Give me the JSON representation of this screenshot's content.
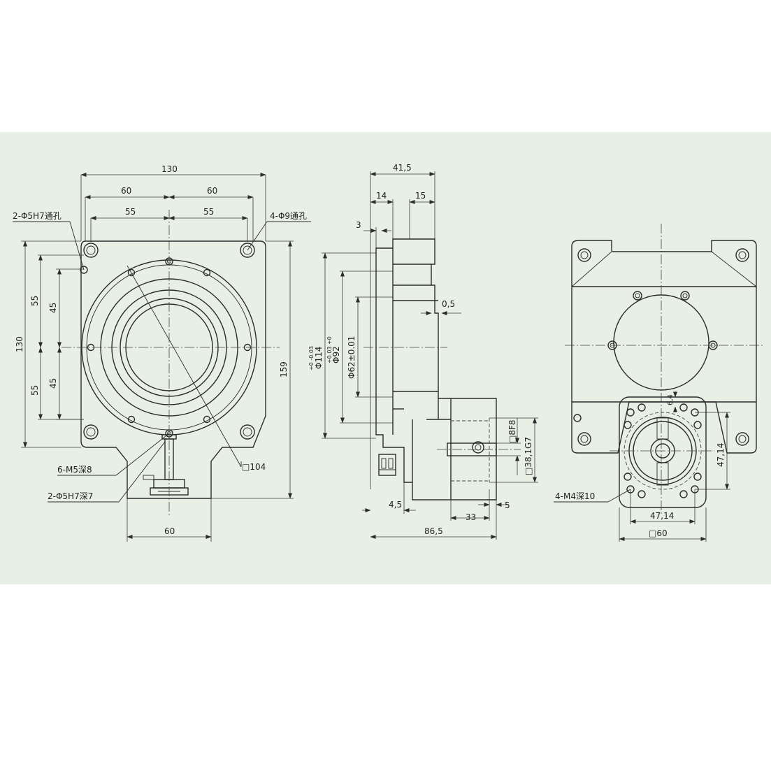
{
  "front_view": {
    "width_130": "130",
    "half_60_left": "60",
    "half_60_right": "60",
    "half_55_left": "55",
    "half_55_right": "55",
    "hole_callout_left": "2-Φ5H7通孔",
    "hole_callout_right": "4-Φ9通孔",
    "height_130": "130",
    "v_55_top": "55",
    "v_45_top": "45",
    "v_45_bottom": "45",
    "v_55_bottom": "55",
    "height_159": "159",
    "thread_callout": "6-M5深8",
    "pin_callout": "2-Φ5H7深7",
    "square_104": "□104",
    "base_60": "60"
  },
  "side_view": {
    "depth_41_5": "41,5",
    "depth_14": "14",
    "depth_15": "15",
    "depth_3": "3",
    "gap_0_5": "0,5",
    "dia_114": "Φ114",
    "dia_114_tol": "+0 -0.03",
    "dia_92": "Φ92",
    "dia_92_tol": "+0.03 +0",
    "dia_62": "Φ62±0.01",
    "sq_8f8": "□8F8",
    "sq_38_1": "□38,1G7",
    "len_4_5": "4,5",
    "len_5": "5",
    "len_33": "33",
    "len_86_5": "86,5"
  },
  "rear_view": {
    "offset_6_4": "6,4",
    "pcd_47_14_v": "47,14",
    "pcd_47_14_h": "47,14",
    "thread_callout": "4-M4深10",
    "square_60": "□60"
  }
}
